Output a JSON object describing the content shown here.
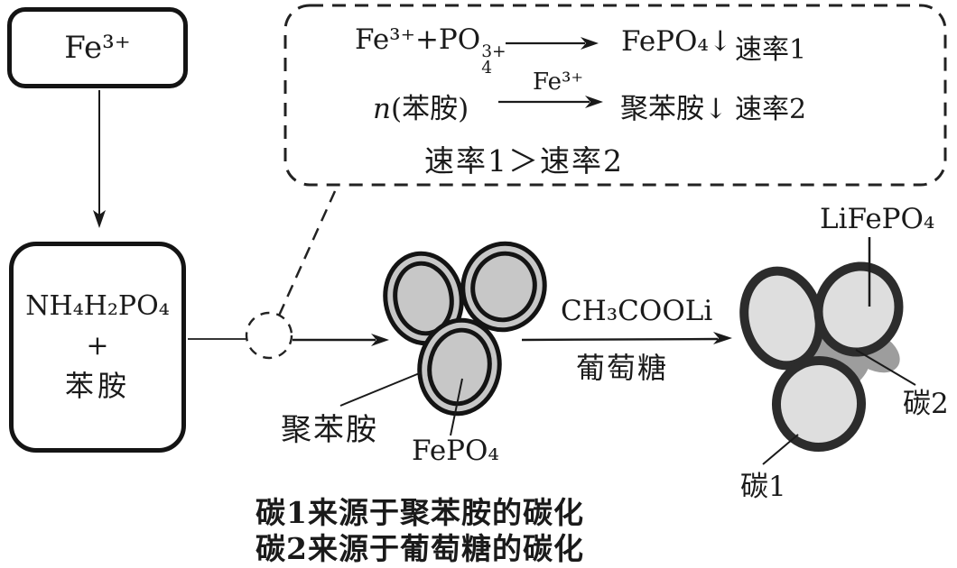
{
  "fe_box": {
    "label": "Fe³⁺"
  },
  "precursor_box": {
    "line1": "NH₄H₂PO₄",
    "line2": "+",
    "line3": "苯胺"
  },
  "reaction_box": {
    "eq1": {
      "lhs_base": "Fe³⁺+PO",
      "lhs_sup": "3+",
      "lhs_sub": "4",
      "product": "FePO₄↓",
      "rate": "速率1"
    },
    "eq2": {
      "coeff": "n",
      "reactant": "(苯胺)",
      "catalyst": "Fe³⁺",
      "product": "聚苯胺↓",
      "rate": "速率2"
    },
    "conclusion": "速率1＞速率2"
  },
  "transform_arrow": {
    "above": "CH₃COOLi",
    "below": "葡萄糖"
  },
  "particle_labels": {
    "polyaniline": "聚苯胺",
    "fepo4": "FePO₄",
    "lifepo4": "LiFePO₄",
    "carbon2": "碳2",
    "carbon1": "碳1"
  },
  "captions": {
    "line1": "碳1来源于聚苯胺的碳化",
    "line2": "碳2来源于葡萄糖的碳化"
  },
  "colors": {
    "ink": "#1a1a1a",
    "left_particle_fill": "#c7c7c7",
    "right_particle_fill": "#dedede",
    "carbon_coating": "#2c2c2c",
    "glucose_carbon": "#9d9d9d",
    "background": "#ffffff"
  }
}
